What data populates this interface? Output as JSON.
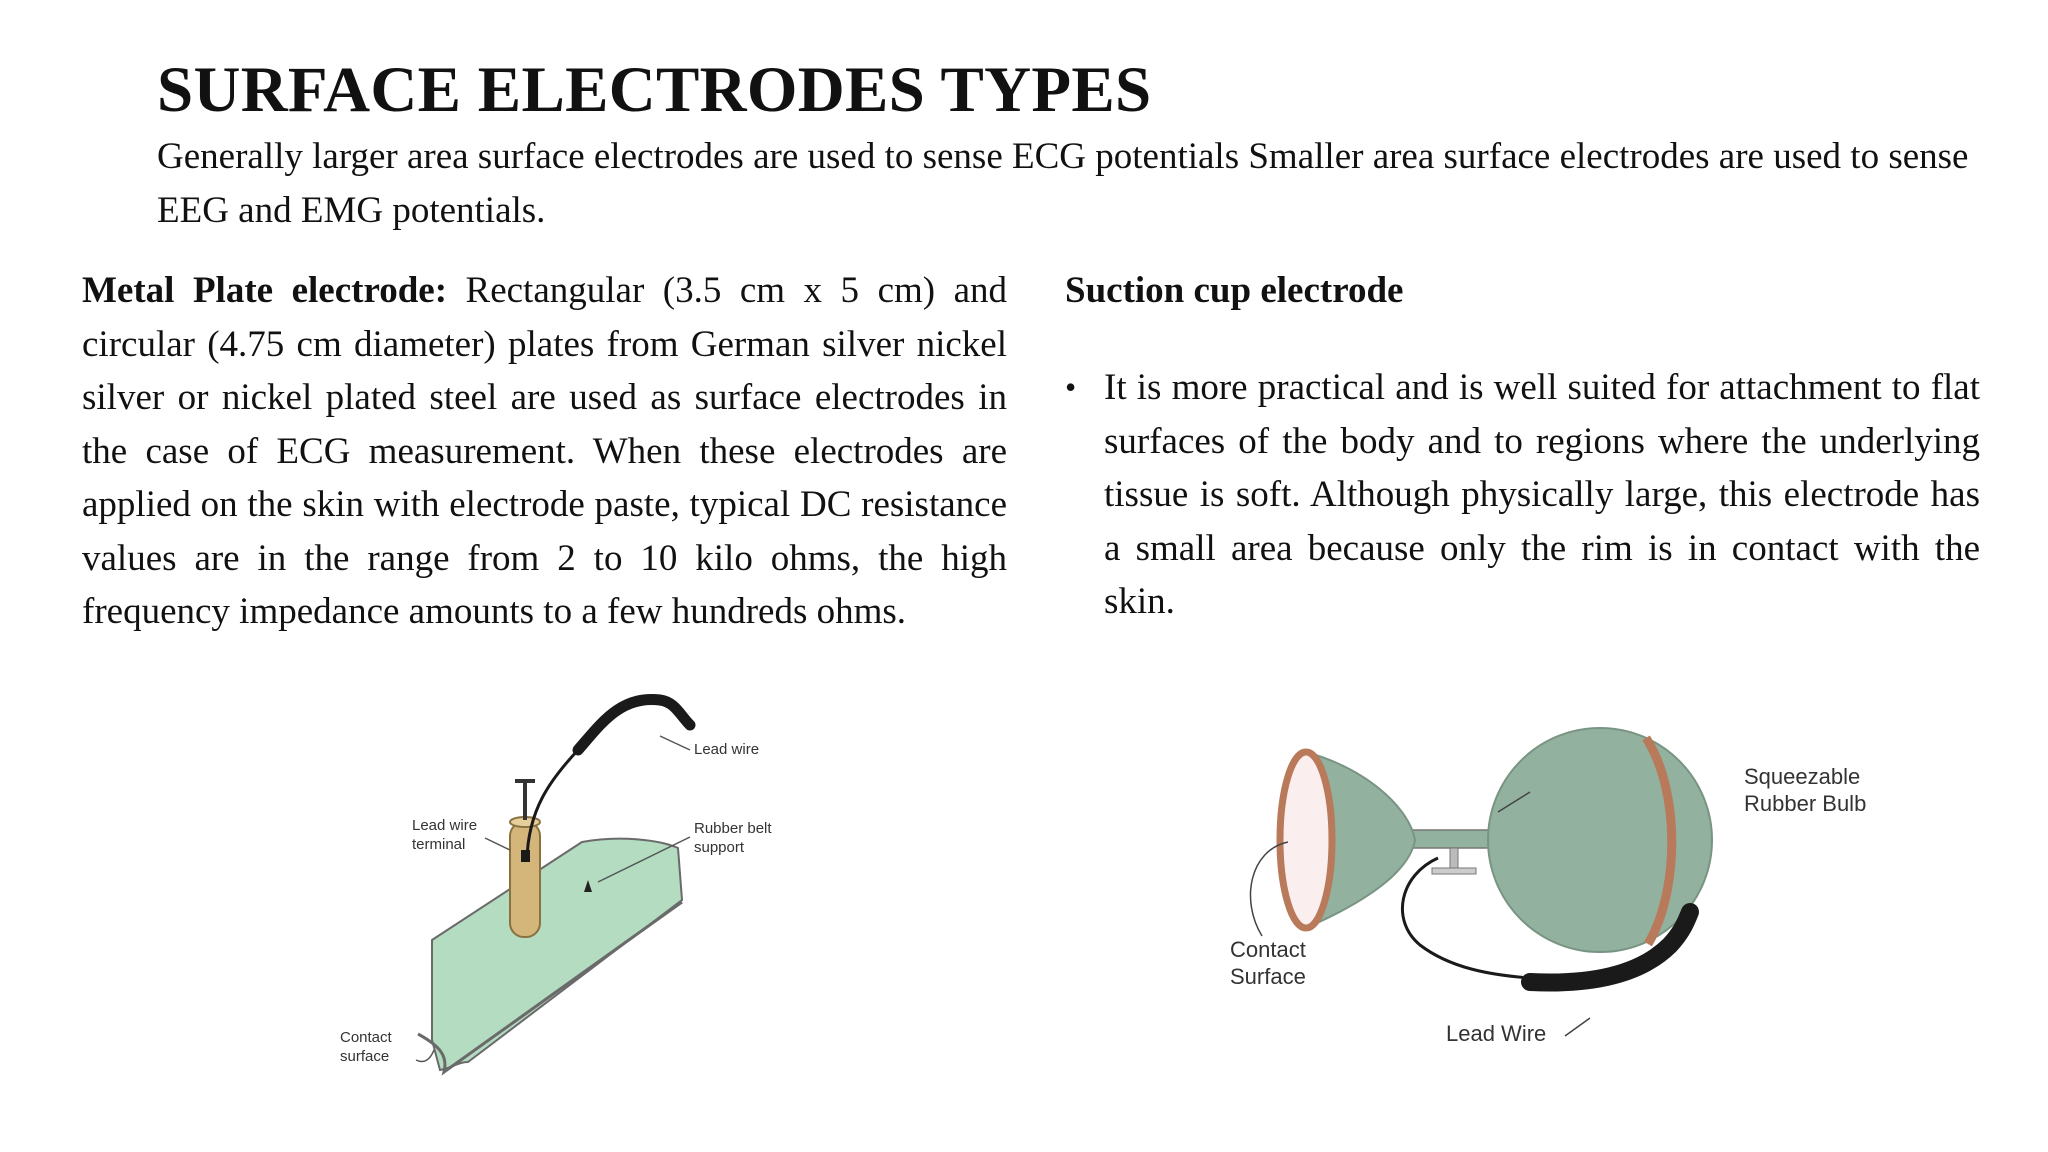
{
  "title": "SURFACE ELECTRODES TYPES",
  "subtitle": "Generally larger area surface electrodes are used to sense ECG potentials Smaller area surface electrodes are used to sense EEG and EMG potentials.",
  "left": {
    "heading": "Metal Plate electrode:",
    "body": " Rectangular (3.5 cm x 5 cm) and circular (4.75 cm diameter) plates from German silver nickel silver or nickel plated steel are used as surface electrodes in the case of ECG measurement. When these electrodes are applied on the skin with electrode paste, typical DC resistance values are in the range from 2 to 10 kilo ohms, the high frequency impedance amounts to a few hundreds ohms."
  },
  "right": {
    "heading": "Suction cup electrode",
    "bullets": [
      "It is more practical and is well suited for attachment to flat surfaces of the body and to regions where the underlying tissue is soft. Although physically large, this electrode has a small area because only the rim is in contact with the skin."
    ]
  },
  "figure_plate": {
    "labels": {
      "lead_wire": "Lead wire",
      "terminal_1": "Lead wire",
      "terminal_2": "terminal",
      "belt_1": "Rubber belt",
      "belt_2": "support",
      "contact_1": "Contact",
      "contact_2": "surface"
    },
    "colors": {
      "plate": "#b3dcc1",
      "post": "#d4b67a",
      "wire": "#1a1a1a"
    }
  },
  "figure_suction": {
    "labels": {
      "bulb_1": "Squeezable",
      "bulb_2": "Rubber Bulb",
      "contact_1": "Contact",
      "contact_2": "Surface",
      "lead_wire": "Lead Wire"
    },
    "colors": {
      "body": "#93b19f",
      "rim": "#b87a5a",
      "wire": "#1a1a1a"
    }
  }
}
